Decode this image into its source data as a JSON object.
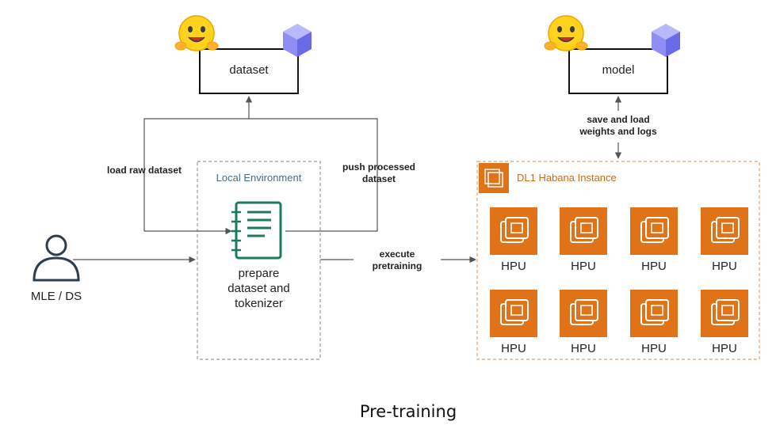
{
  "nodes": {
    "dataset": "dataset",
    "model": "model",
    "local_env": "Local Environment",
    "prepare": [
      "prepare",
      "dataset and",
      "tokenizer"
    ],
    "user": "MLE / DS",
    "instance": "DL1 Habana Instance",
    "hpus": [
      "HPU",
      "HPU",
      "HPU",
      "HPU",
      "HPU",
      "HPU",
      "HPU",
      "HPU"
    ]
  },
  "edges": {
    "load_raw": "load raw dataset",
    "push_processed": [
      "push processed",
      "dataset"
    ],
    "save_load": [
      "save and load",
      "weights and logs"
    ],
    "execute": [
      "execute",
      "pretraining"
    ]
  },
  "caption": "Pre-training",
  "colors": {
    "aws_orange": "#e07318",
    "hf_yellow": "#ffd21e",
    "cube_purple": "#7c7cf0",
    "doc_green": "#1e7a5e",
    "user_navy": "#2c3e50"
  },
  "icons": {
    "hugging_face": "hugging-face-icon",
    "cube": "cube-icon",
    "document": "document-icon",
    "user": "user-icon",
    "chip": "chip-icon"
  }
}
